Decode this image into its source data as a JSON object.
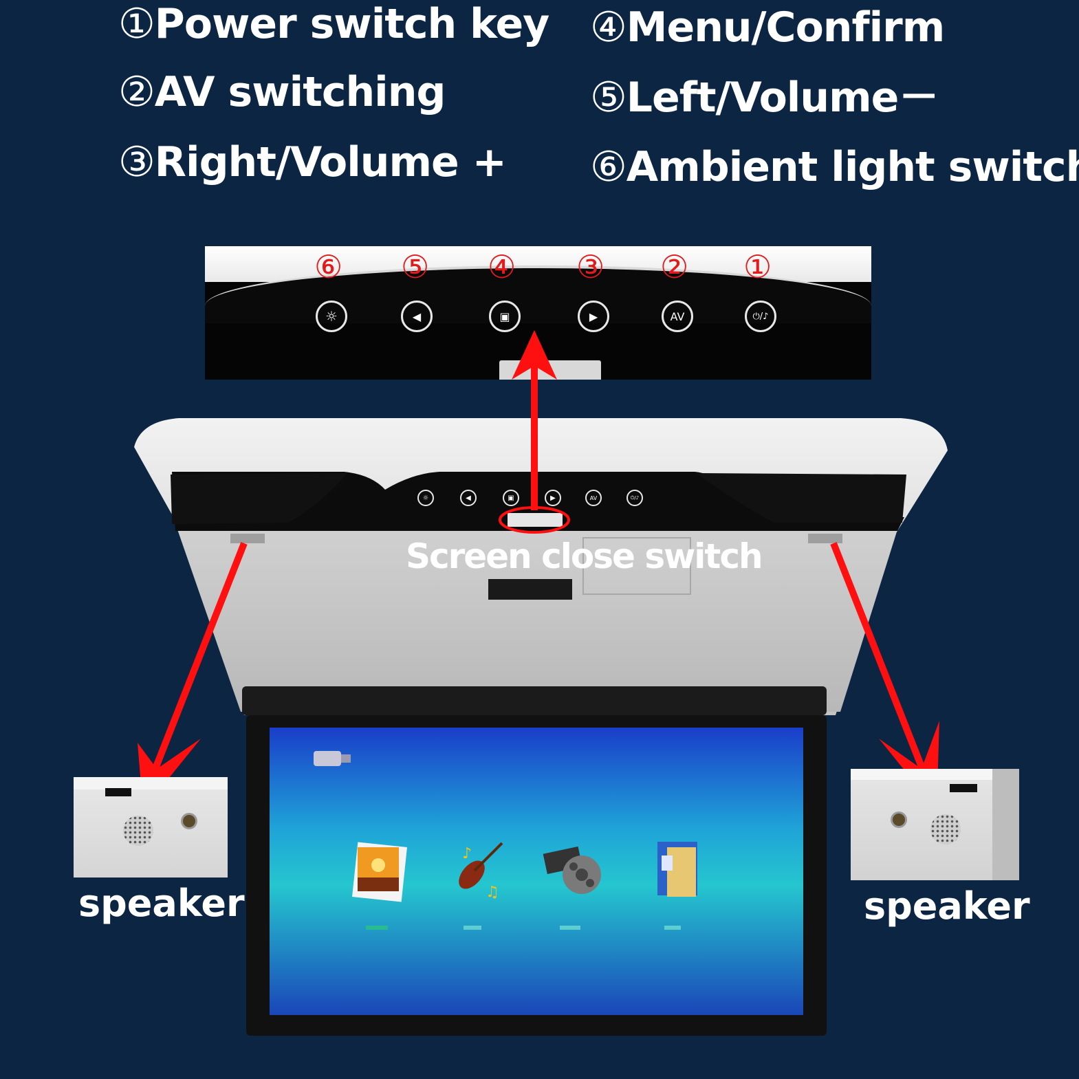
{
  "legend": [
    {
      "num": "①",
      "label": "Power switch key"
    },
    {
      "num": "②",
      "label": "AV switching"
    },
    {
      "num": "③",
      "label": "Right/Volume +"
    },
    {
      "num": "④",
      "label": "Menu/Confirm"
    },
    {
      "num": "⑤",
      "label": "Left/Volume－"
    },
    {
      "num": "⑥",
      "label": "Ambient light switch"
    }
  ],
  "button_markers": [
    "⑥",
    "⑤",
    "④",
    "③",
    "②",
    "①"
  ],
  "button_glyphs": {
    "ambient": "☼",
    "left": "◀",
    "menu": "▣",
    "right": "▶",
    "av": "AV",
    "power": "⏻/♪"
  },
  "callouts": {
    "screen_close_switch": "Screen close switch",
    "speaker_left": "speaker",
    "speaker_right": "speaker"
  },
  "colors": {
    "background": "#0b2543",
    "arrow": "#ff1010",
    "marker": "#e11b1b"
  }
}
